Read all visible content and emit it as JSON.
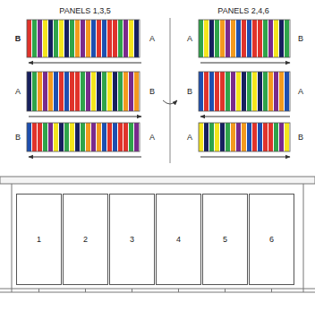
{
  "diagram": {
    "nodes": [
      {
        "text": [
          "1"
        ]
      },
      {
        "text": [
          "2"
        ]
      },
      {
        "text": [
          "3"
        ]
      },
      {
        "text": [
          "4"
        ]
      },
      {
        "text": [
          "5"
        ]
      },
      {
        "text": [
          "6"
        ]
      }
    ],
    "labels": [
      "PANELS 1,3,5",
      "PANELS 2,4,6",
      "B",
      "A",
      "A",
      "B",
      "A",
      "B",
      "B",
      "A",
      "B",
      "A",
      "A",
      "B"
    ]
  }
}
